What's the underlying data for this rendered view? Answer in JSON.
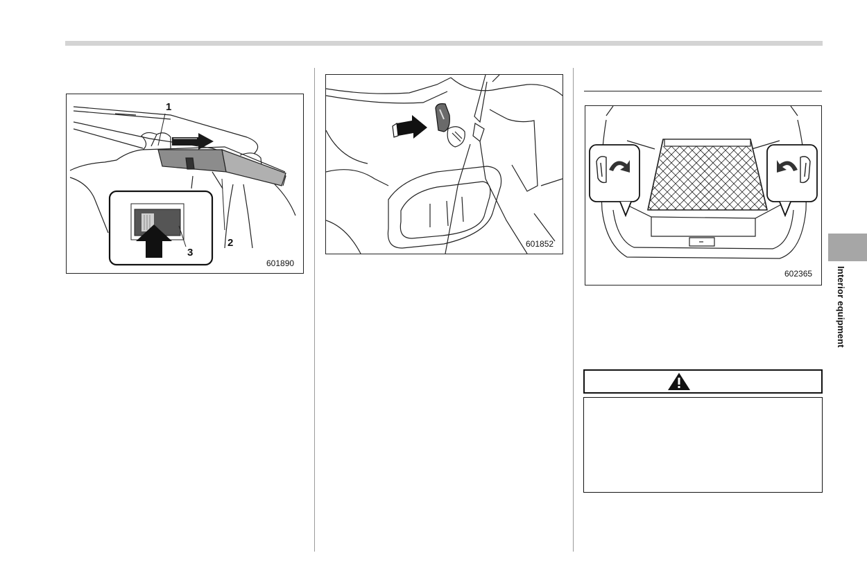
{
  "figures": [
    {
      "code": "601890",
      "callouts": [
        "1",
        "2",
        "3"
      ]
    },
    {
      "code": "601852"
    },
    {
      "code": "602365"
    }
  ],
  "side_tab": {
    "label": "Interior equipment"
  }
}
